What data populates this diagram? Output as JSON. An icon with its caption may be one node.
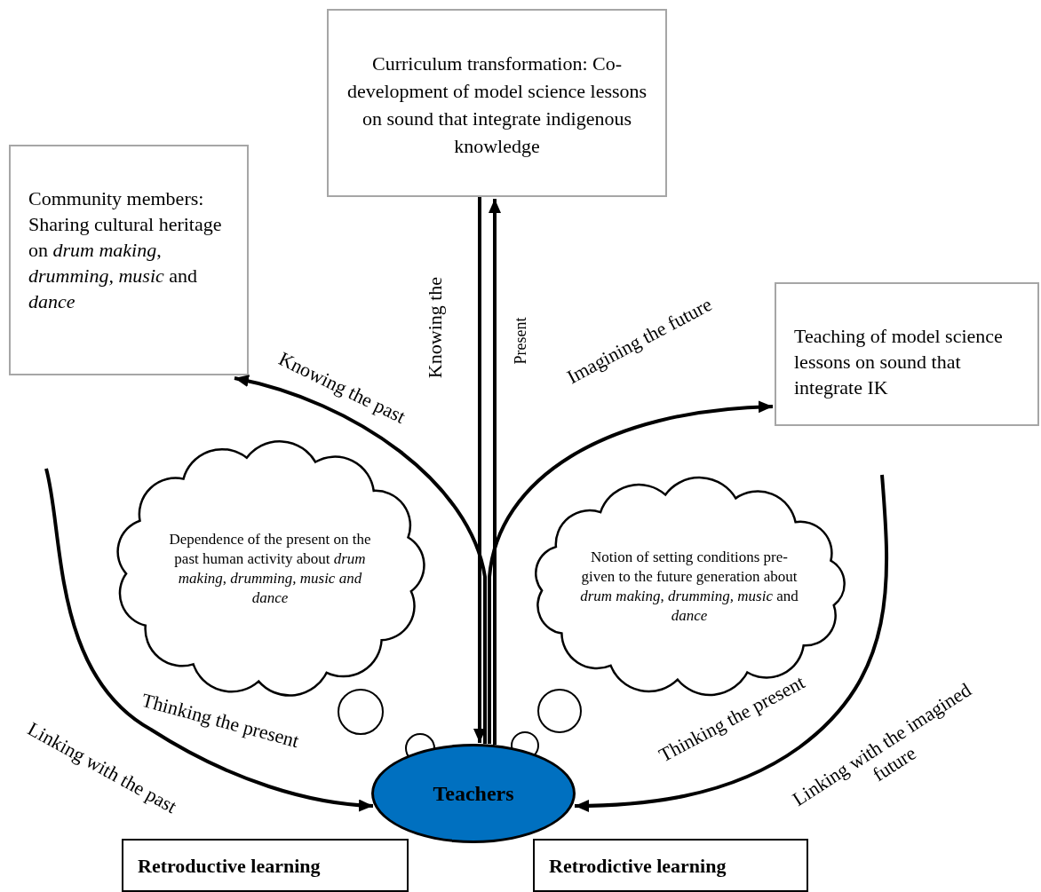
{
  "diagram": {
    "nodes": [
      {
        "text": [
          "Community members: Sharing cultural heritage on *drum making*, *drumming, music* and *dance*"
        ]
      },
      {
        "text": [
          "Curriculum transformation: Co-development of model science lessons on sound that integrate indigenous knowledge"
        ]
      },
      {
        "text": [
          "Teaching of model science lessons on sound that integrate IK"
        ]
      },
      {
        "text": [
          "Dependence of the present on the past human activity about *drum making*, *drumming, music and dance*"
        ]
      },
      {
        "text": [
          "Notion of setting conditions pre-given to the future generation about *drum making*, *drumming, music* and *dance*"
        ]
      },
      {
        "text": [
          "Teachers"
        ]
      },
      {
        "text": [
          "Retroductive learning"
        ]
      },
      {
        "text": [
          "Retrodictive learning"
        ]
      }
    ],
    "edges": [
      {
        "from": 5,
        "to": 1,
        "arrow": "to",
        "label": "Present"
      },
      {
        "from": 1,
        "to": 5,
        "arrow": "to",
        "label": "Knowing the"
      },
      {
        "from": 5,
        "to": 0,
        "arrow": "to",
        "label": "Knowing the past"
      },
      {
        "from": 5,
        "to": 2,
        "arrow": "to",
        "label": "Imagining the future"
      },
      {
        "from": null,
        "to": 5,
        "arrow": "to",
        "label": "Linking with the past"
      },
      {
        "from": null,
        "to": 5,
        "arrow": "to",
        "label": "Linking with the imagined future"
      }
    ],
    "labels": [
      "Thinking the present",
      "Thinking the present"
    ]
  }
}
